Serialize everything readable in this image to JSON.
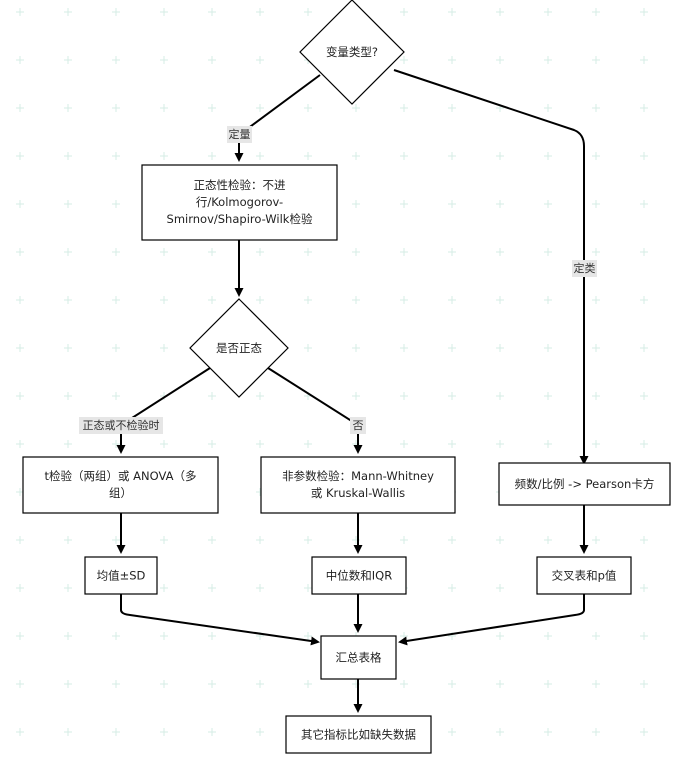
{
  "colors": {
    "background": "#ffffff",
    "node_fill": "#ffffff",
    "node_stroke": "#000000",
    "edge": "#000000",
    "label_bg": "#e6e6e6",
    "grid": "#d5ece5"
  },
  "nodes": {
    "var_type": {
      "text": "变量类型?"
    },
    "normality_test": {
      "line1": "正态性检验：不进",
      "line2": "行/Kolmogorov-",
      "line3": "Smirnov/Shapiro-Wilk检验"
    },
    "is_normal": {
      "text": "是否正态"
    },
    "t_test": {
      "line1": "t检验（两组）或 ANOVA（多",
      "line2": "组）"
    },
    "nonparam_test": {
      "line1": "非参数检验：Mann-Whitney",
      "line2": "或 Kruskal-Wallis"
    },
    "freq_ratio": {
      "text": "频数/比例 -> Pearson卡方"
    },
    "mean_sd": {
      "text": "均值±SD"
    },
    "median_iqr": {
      "text": "中位数和IQR"
    },
    "crosstab": {
      "text": "交叉表和p值"
    },
    "summary_table": {
      "text": "汇总表格"
    },
    "other_metrics": {
      "text": "其它指标比如缺失数据"
    }
  },
  "edge_labels": {
    "quantitative": "定量",
    "categorical": "定类",
    "normal_or_untested": "正态或不检验时",
    "no": "否"
  }
}
